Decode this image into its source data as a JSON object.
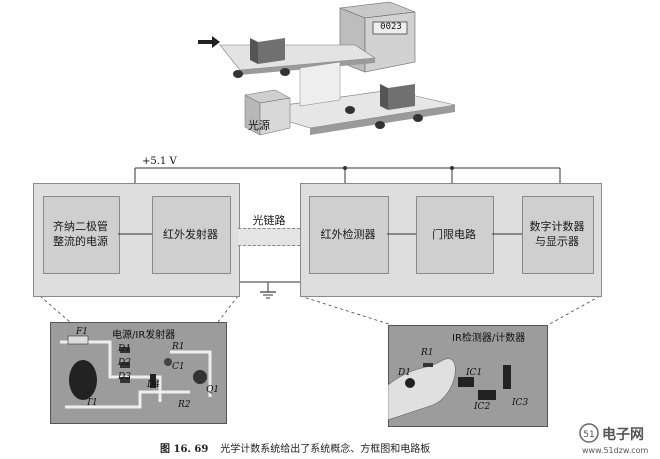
{
  "illustration": {
    "counter_display": "0023",
    "light_source_label": "光源"
  },
  "supply_label": "+5.1 V",
  "blocks": {
    "power_supply": "齐纳二极管\n整流的电源",
    "ir_transmitter": "红外发射器",
    "optical_link": "光链路",
    "ir_detector": "红外检测器",
    "threshold": "门限电路",
    "counter_display": "数字计数器\n与显示器"
  },
  "pcb_left": {
    "title": "电源/IR发射器",
    "labels": [
      "F1",
      "D1",
      "D2",
      "R1",
      "D3",
      "D4",
      "C1",
      "R2",
      "Q1",
      "T1"
    ]
  },
  "pcb_right": {
    "title": "IR检测器/计数器",
    "labels": [
      "R1",
      "D1",
      "IC1",
      "IC2",
      "IC3"
    ]
  },
  "caption": {
    "number": "图 16. 69",
    "text": "光学计数系统给出了系统概念、方框图和电路板"
  },
  "watermark": {
    "site": "电子网",
    "url": "www.51dzw.com"
  }
}
